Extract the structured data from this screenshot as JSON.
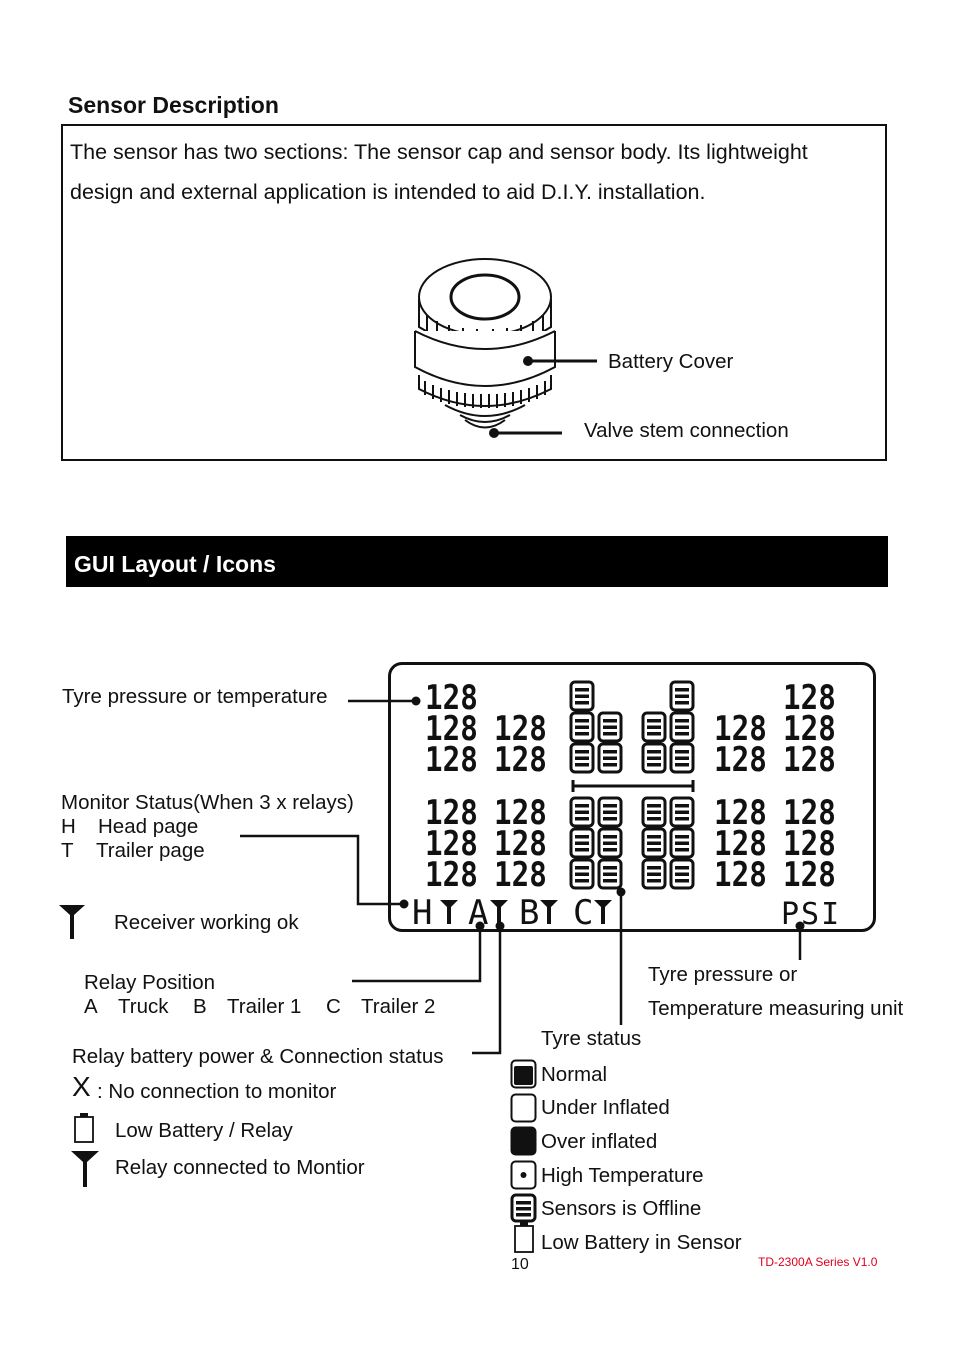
{
  "sensor": {
    "heading": "Sensor Description",
    "intro_line1": "The sensor has two sections: The sensor cap and sensor body. Its lightweight",
    "intro_line2": "design and external application is intended to aid D.I.Y. installation.",
    "label_battery_cover": "Battery Cover",
    "label_valve": "Valve stem connection"
  },
  "gui": {
    "heading": "GUI Layout / Icons",
    "label_tyre_value": "Tyre pressure or temperature",
    "monitor_status": "Monitor Status(When 3 x relays)",
    "monitor_h_key": "H",
    "monitor_h_text": "Head page",
    "monitor_t_key": "T",
    "monitor_t_text": "Trailer page",
    "receiver_ok": "Receiver working ok",
    "relay_position": "Relay Position",
    "relay_a_key": "A",
    "relay_a_text": "Truck",
    "relay_b_key": "B",
    "relay_b_text": "Trailer 1",
    "relay_c_key": "C",
    "relay_c_text": "Trailer 2",
    "relay_battery": "Relay battery power & Connection status",
    "x_key": "X",
    "no_connection": ": No connection to monitor",
    "low_battery_relay": "Low Battery / Relay",
    "relay_connected": "Relay connected to Montior",
    "unit_line1": "Tyre pressure or",
    "unit_line2": "Temperature measuring unit",
    "tyre_status": "Tyre status",
    "status_normal": "Normal",
    "status_under": "Under Inflated",
    "status_over": "Over inflated",
    "status_high_temp": "High Temperature",
    "status_offline": "Sensors is Offline",
    "status_low_batt": "Low Battery in Sensor"
  },
  "lcd": {
    "value": "128",
    "bottom_h": "H",
    "bottom_a": "A",
    "bottom_b": "B",
    "bottom_c": "C",
    "unit": "PSI"
  },
  "footer": {
    "page_number": "10",
    "version": "TD-2300A Series V1.0"
  },
  "icons": [
    "antenna-icon",
    "battery-icon",
    "tyre-normal-icon",
    "tyre-under-icon",
    "tyre-over-icon",
    "tyre-high-temp-icon",
    "tyre-offline-icon",
    "tyre-low-battery-icon"
  ]
}
